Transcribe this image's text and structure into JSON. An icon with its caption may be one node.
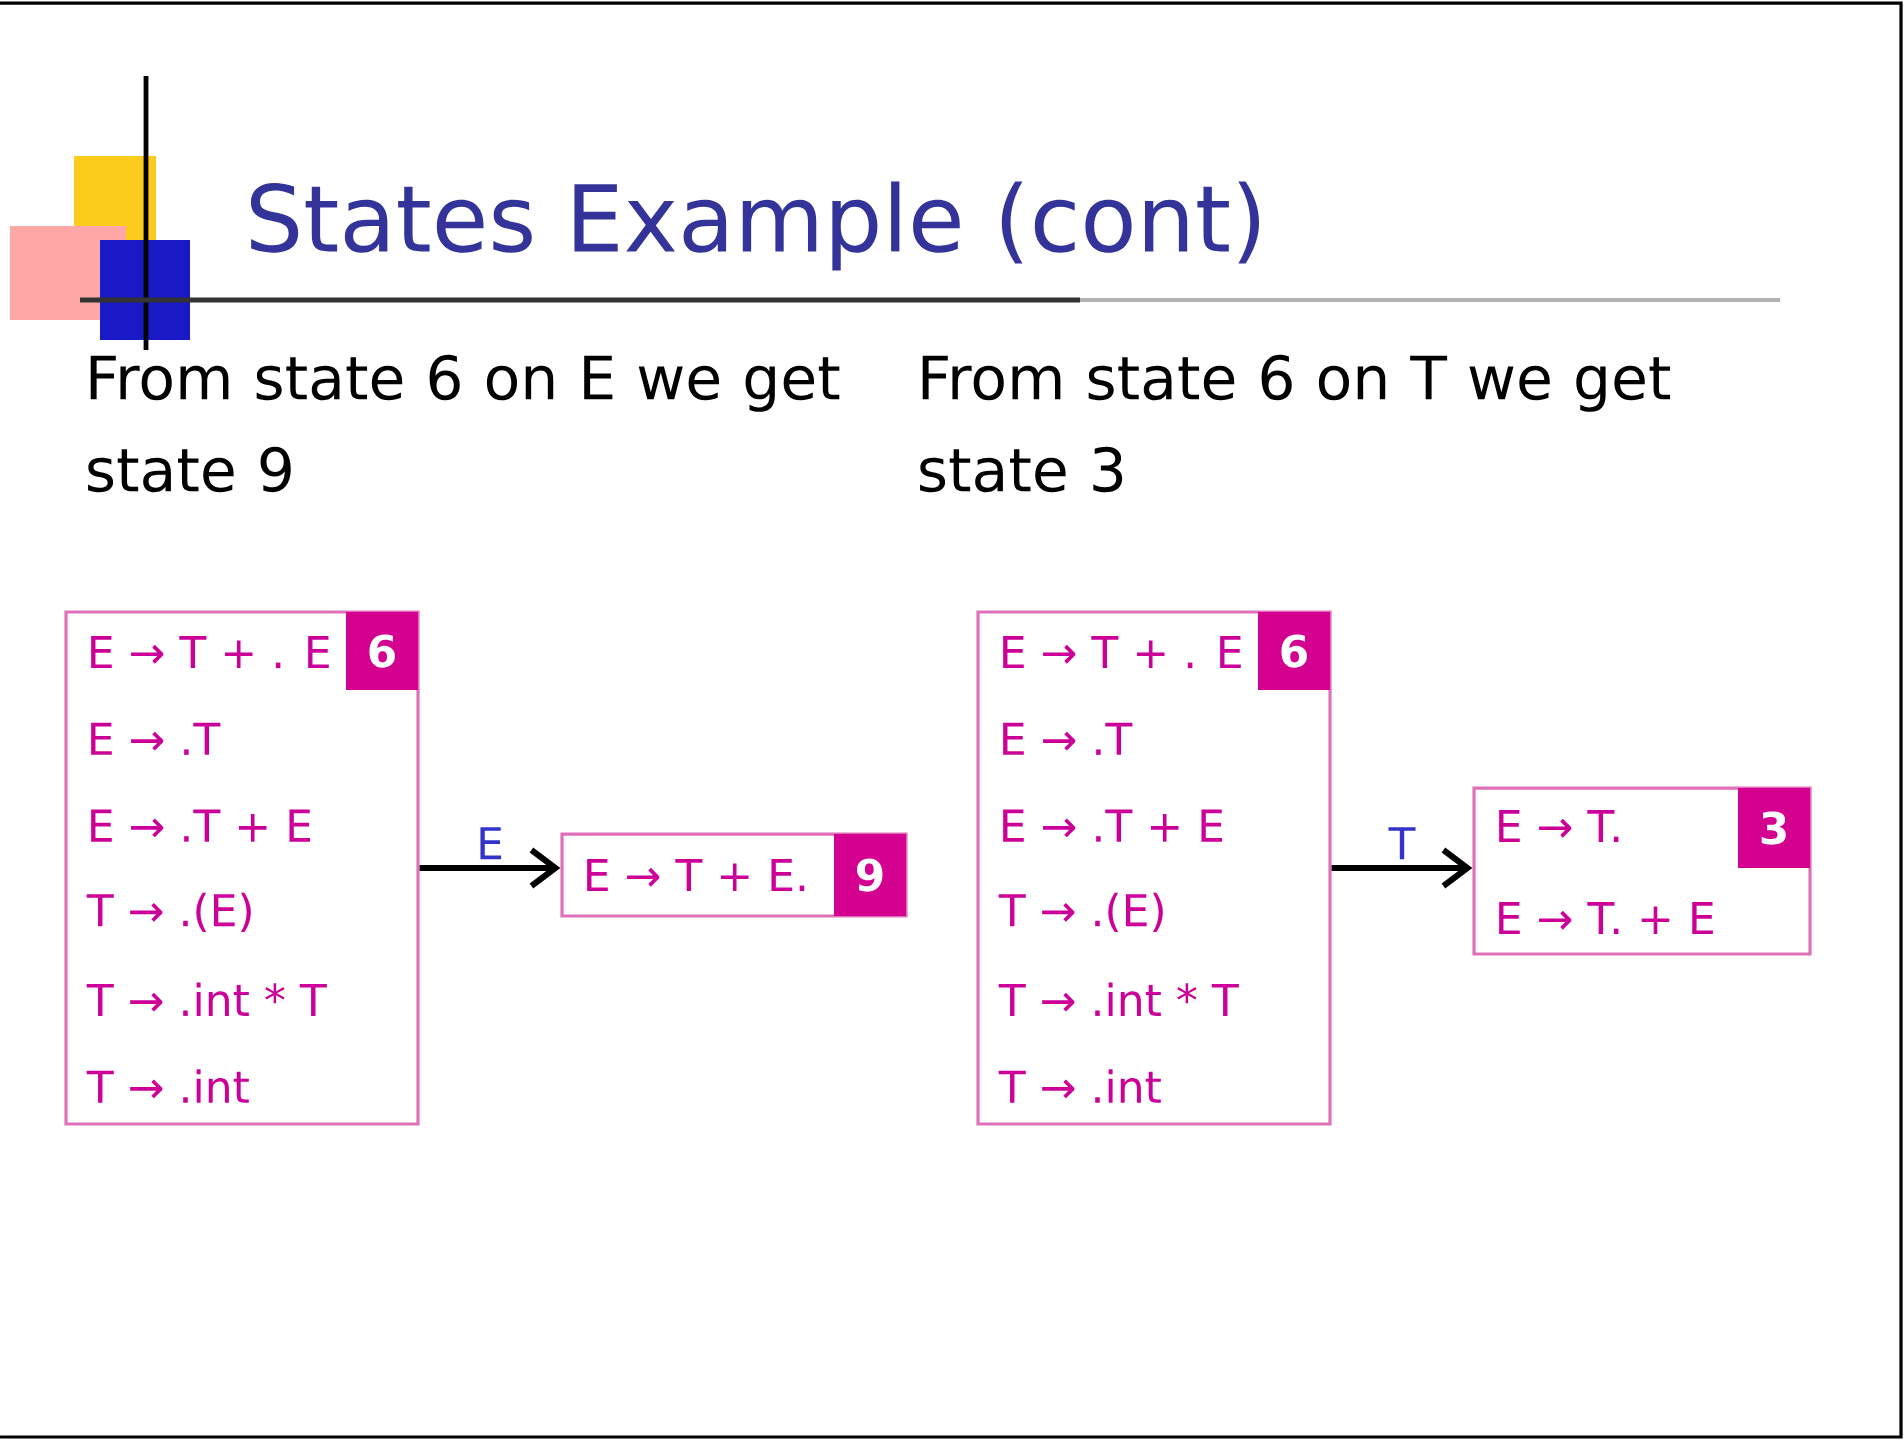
{
  "diagram": {
    "title": "States Example (cont)",
    "nodes": [
      {
        "text": [
          "E → T + . E",
          "E → .T",
          "E → .T + E",
          "T → .(E)",
          "T → .int * T",
          "T → .int"
        ]
      },
      {
        "text": [
          "6"
        ],
        "in": 0
      },
      {
        "text": [
          "E → T + E."
        ]
      },
      {
        "text": [
          "9"
        ],
        "in": 2
      },
      {
        "text": [
          "E → T + . E",
          "E → .T",
          "E → .T + E",
          "T → .(E)",
          "T → .int * T",
          "T → .int"
        ]
      },
      {
        "text": [
          "6"
        ],
        "in": 4
      },
      {
        "text": [
          "E → T.",
          "E → T. + E"
        ]
      },
      {
        "text": [
          "3"
        ],
        "in": 6
      }
    ],
    "edges": [
      {
        "from": 0,
        "to": 2,
        "arrow": "to",
        "label": "E"
      },
      {
        "from": 4,
        "to": 6,
        "arrow": "to",
        "label": "T"
      }
    ],
    "labels": [
      "From state 6 on E we get state 9",
      "From state 6 on T we get state 3"
    ]
  }
}
